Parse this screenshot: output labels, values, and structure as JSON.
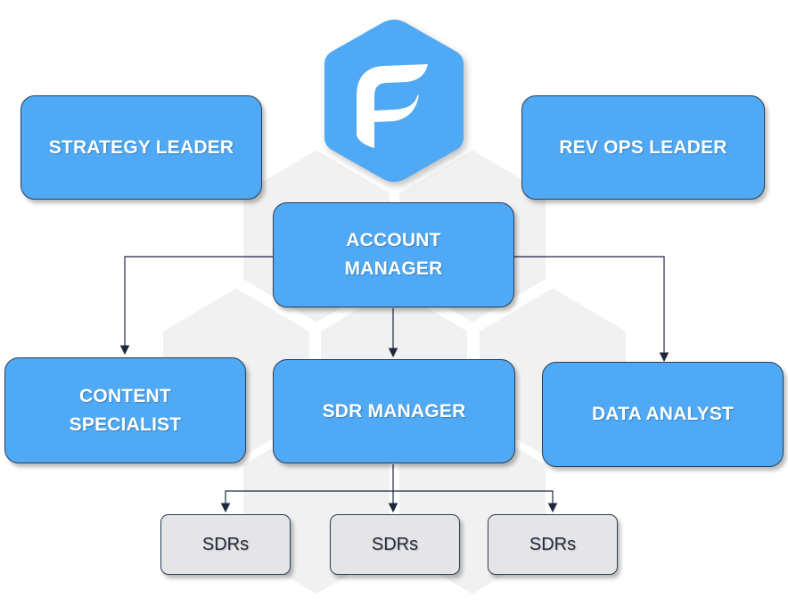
{
  "colors": {
    "node_fill": "#4fa9f4",
    "leaf_fill": "#e5e5e8",
    "border": "#2c3f57",
    "connector": "#1d2740",
    "logo_hexagon": "#4fa9f4",
    "background_hexagons": "#f1f1f2"
  },
  "logo": {
    "icon": "brand-f-logo-icon"
  },
  "nodes": {
    "strategy_leader": "STRATEGY LEADER",
    "rev_ops_leader": "REV OPS LEADER",
    "account_manager": "ACCOUNT\nMANAGER",
    "content_specialist": "CONTENT\nSPECIALIST",
    "sdr_manager": "SDR MANAGER",
    "data_analyst": "DATA ANALYST",
    "sdrs": [
      "SDRs",
      "SDRs",
      "SDRs"
    ]
  },
  "edges": [
    {
      "from": "account_manager",
      "to": "content_specialist"
    },
    {
      "from": "account_manager",
      "to": "sdr_manager"
    },
    {
      "from": "account_manager",
      "to": "data_analyst"
    },
    {
      "from": "sdr_manager",
      "to": "sdrs.0"
    },
    {
      "from": "sdr_manager",
      "to": "sdrs.1"
    },
    {
      "from": "sdr_manager",
      "to": "sdrs.2"
    }
  ]
}
